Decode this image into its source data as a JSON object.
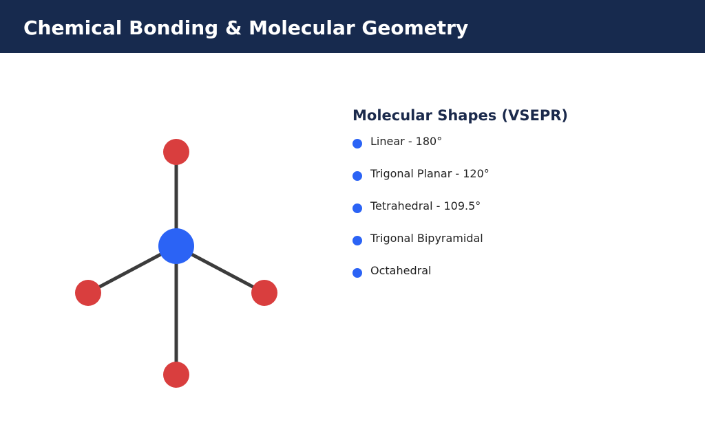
{
  "header": {
    "title": "Chemical Bonding & Molecular Geometry"
  },
  "colors": {
    "header_bg": "#172a4e",
    "central_atom": "#2b63f5",
    "outer_atom": "#d93e3e",
    "bond": "#3c3c3c",
    "legend_dot": "#2b63f5"
  },
  "legend": {
    "title": "Molecular Shapes (VSEPR)",
    "items": [
      {
        "label": "Linear - 180°"
      },
      {
        "label": "Trigonal Planar - 120°"
      },
      {
        "label": "Tetrahedral - 109.5°"
      },
      {
        "label": "Trigonal Bipyramidal"
      },
      {
        "label": "Octahedral"
      }
    ]
  }
}
